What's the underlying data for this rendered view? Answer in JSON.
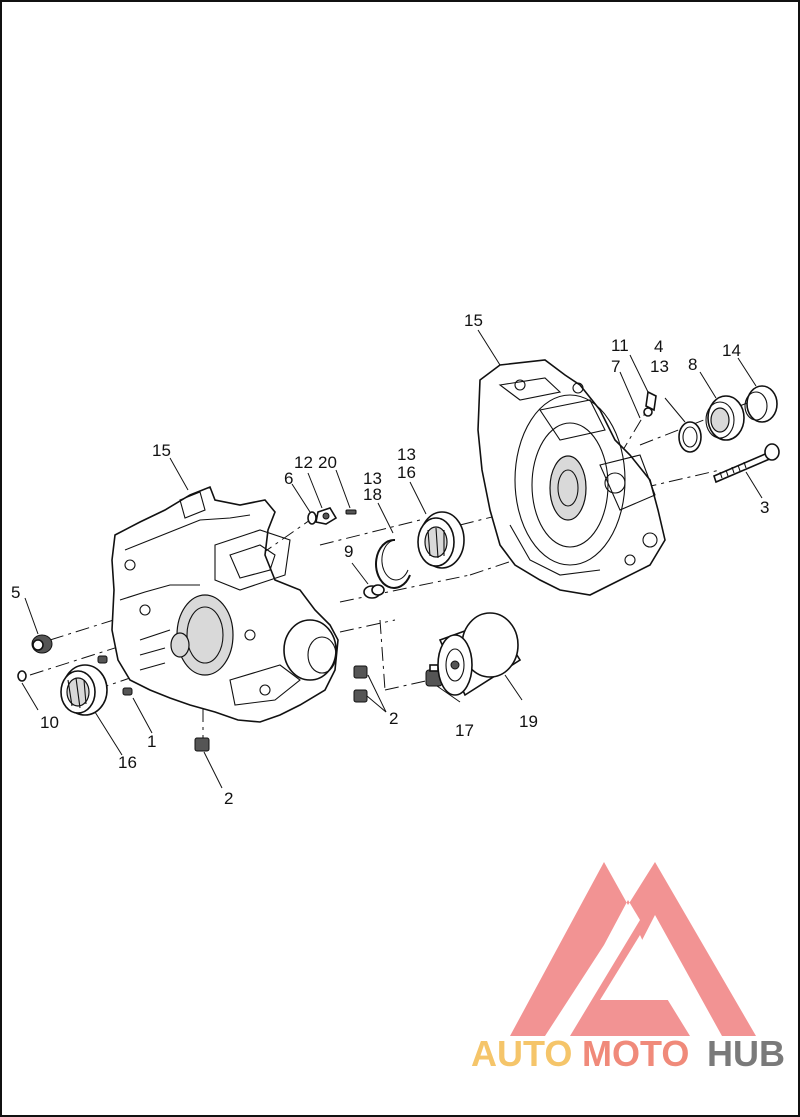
{
  "diagram": {
    "callouts": [
      {
        "id": "c1",
        "text": "1"
      },
      {
        "id": "c2a",
        "text": "2"
      },
      {
        "id": "c2b",
        "text": "2"
      },
      {
        "id": "c3",
        "text": "3"
      },
      {
        "id": "c4",
        "text": "4"
      },
      {
        "id": "c5",
        "text": "5"
      },
      {
        "id": "c6",
        "text": "6"
      },
      {
        "id": "c7",
        "text": "7"
      },
      {
        "id": "c8",
        "text": "8"
      },
      {
        "id": "c9",
        "text": "9"
      },
      {
        "id": "c10",
        "text": "10"
      },
      {
        "id": "c11",
        "text": "11"
      },
      {
        "id": "c12",
        "text": "12"
      },
      {
        "id": "c13a",
        "text": "13"
      },
      {
        "id": "c13b",
        "text": "13"
      },
      {
        "id": "c13c",
        "text": "13"
      },
      {
        "id": "c14",
        "text": "14"
      },
      {
        "id": "c15a",
        "text": "15"
      },
      {
        "id": "c15b",
        "text": "15"
      },
      {
        "id": "c16a",
        "text": "16"
      },
      {
        "id": "c16b",
        "text": "16"
      },
      {
        "id": "c17",
        "text": "17"
      },
      {
        "id": "c18",
        "text": "18"
      },
      {
        "id": "c19",
        "text": "19"
      },
      {
        "id": "c20",
        "text": "20"
      }
    ]
  },
  "watermark": {
    "part1": "AUTO",
    "part2": "MOTO",
    "part3": "HUB",
    "colors": {
      "logo": "#f08080",
      "auto": "#f5c56a",
      "moto": "#f08a7a",
      "hub": "#7a7a7a"
    }
  }
}
